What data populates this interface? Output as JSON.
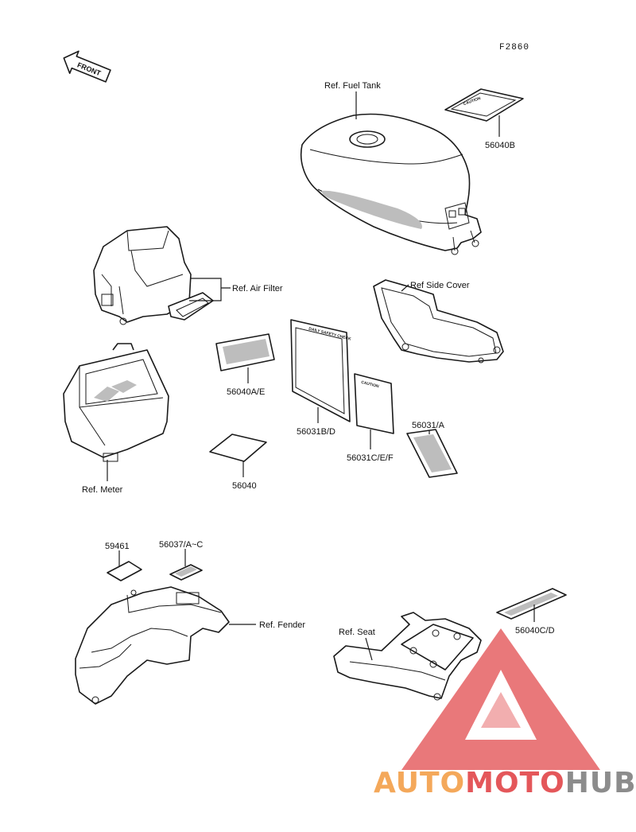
{
  "diagram": {
    "figure_code": "F2860",
    "front_arrow_label": "FRONT",
    "labels": {
      "fuel_tank": "Ref. Fuel Tank",
      "air_filter": "Ref. Air Filter",
      "side_cover": "Ref Side Cover",
      "meter": "Ref. Meter",
      "fender": "Ref. Fender",
      "seat": "Ref. Seat"
    },
    "part_numbers": {
      "p56040B": "56040B",
      "p56040AE": "56040A/E",
      "p56031BD": "56031B/D",
      "p56031CEF": "56031C/E/F",
      "p56031A": "56031/A",
      "p56040": "56040",
      "p59461": "59461",
      "p56037AC": "56037/A~C",
      "p56040CD": "56040C/D"
    },
    "decal_text": {
      "caution_small": "CAUTION",
      "caution_tall": "CAUTION",
      "daily_check": "DAILY SAFETY CHECK"
    }
  },
  "watermark": {
    "part1": "AUTO",
    "part2": "MOTO",
    "part3": "HUB",
    "color_orange": "#f4a85a",
    "color_red": "#e4575a",
    "color_gray": "#8c8c8c"
  }
}
